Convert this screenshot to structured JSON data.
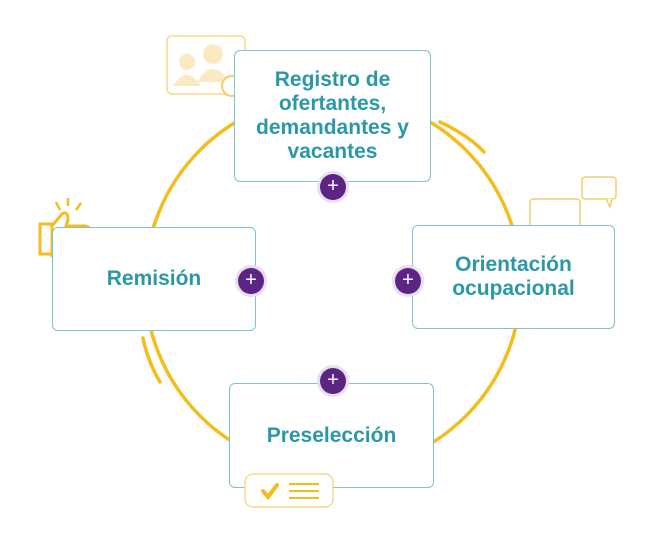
{
  "steps": [
    {
      "label": "Registro de ofertantes, demandantes y vacantes",
      "icon": "people-search-icon"
    },
    {
      "label": "Orientación ocupacional",
      "icon": "speech-bubbles-icon"
    },
    {
      "label": "Preselección",
      "icon": "checklist-icon"
    },
    {
      "label": "Remisión",
      "icon": "thumbs-up-icon"
    }
  ],
  "plus_label": "+",
  "colors": {
    "teal": "#2a98a6",
    "purple": "#5c2483",
    "yellow": "#f2bd1d"
  }
}
